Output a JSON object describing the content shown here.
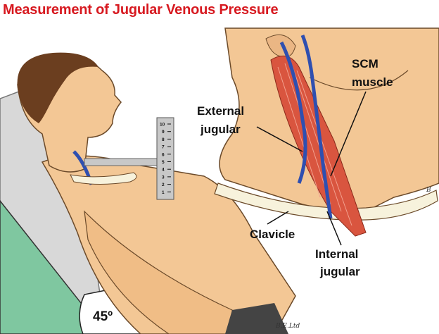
{
  "title": "Measurement of Jugular Venous Pressure",
  "labels": {
    "scm_line1": "SCM",
    "scm_line2": "muscle",
    "external_line1": "External",
    "external_line2": "jugular",
    "clavicle": "Clavicle",
    "internal_line1": "Internal",
    "internal_line2": "jugular",
    "angle": "45º"
  },
  "ruler_ticks": [
    "10",
    "9",
    "8",
    "7",
    "6",
    "5",
    "4",
    "3",
    "2",
    "1"
  ],
  "signatures": {
    "bottom": "B.E.Ltd",
    "right": "B"
  },
  "colors": {
    "title": "#d71920",
    "skin": "#f3c795",
    "vein": "#2f4fb0",
    "muscle": "#d9553f",
    "wedge": "#7fc7a0",
    "ruler": "#c8c8c8"
  }
}
